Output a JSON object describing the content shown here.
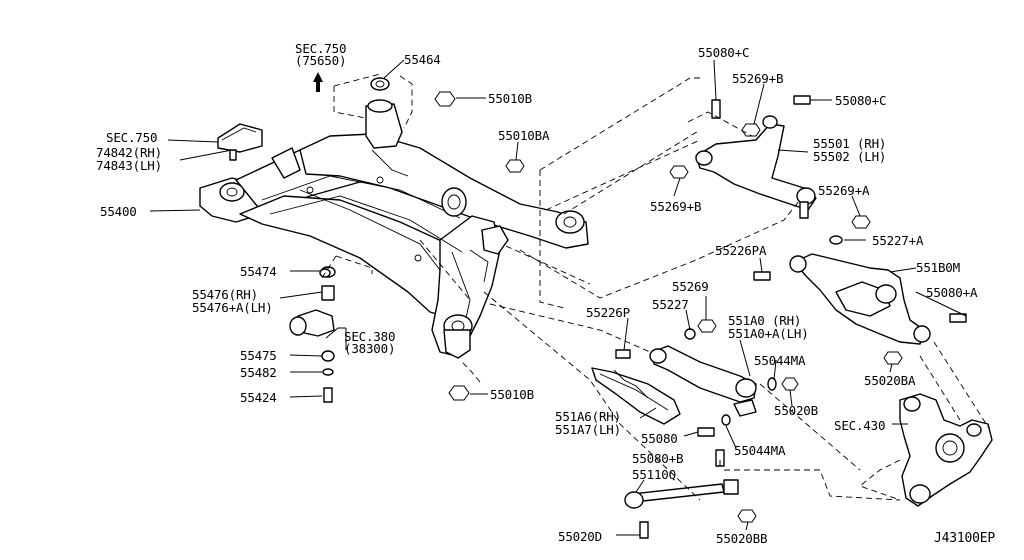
{
  "labels": {
    "sec750_top": "SEC.750",
    "sec750_top_sub": "(75650)",
    "p55464": "55464",
    "p55010B_top": "55010B",
    "sec750_left": "SEC.750",
    "sec750_left_rh": "74842(RH)",
    "sec750_left_lh": "74843(LH)",
    "p55010BA": "55010BA",
    "p55400": "55400",
    "p55474": "55474",
    "p55476_rh": "55476(RH)",
    "p55476_lh": "55476+A(LH)",
    "sec380": "SEC.380",
    "sec380_sub": "(38300)",
    "p55475": "55475",
    "p55482": "55482",
    "p55424": "55424",
    "p55010B_bot": "55010B",
    "p55080C_a": "55080+C",
    "p55269B_top": "55269+B",
    "p55080C_b": "55080+C",
    "p55501": "55501 (RH)",
    "p55502": "55502 (LH)",
    "p55269B_mid": "55269+B",
    "p55269A": "55269+A",
    "p55227A": "55227+A",
    "p55226PA": "55226PA",
    "p551B0M": "551B0M",
    "p55269": "55269",
    "p55227": "55227",
    "p55080A": "55080+A",
    "p55226P": "55226P",
    "p551A0_rh": "551A0 (RH)",
    "p551A0_lh": "551A0+A(LH)",
    "p55044MA_top": "55044MA",
    "p55020BA": "55020BA",
    "p551A6": "551A6(RH)",
    "p551A7": "551A7(LH)",
    "p55020B": "55020B",
    "p55080": "55080",
    "p55044MA_bot": "55044MA",
    "sec430": "SEC.430",
    "p55080B": "55080+B",
    "p55110Q": "55110Q",
    "p55020D": "55020D",
    "p55020BB": "55020BB",
    "diagram_code": "J43100EP"
  }
}
